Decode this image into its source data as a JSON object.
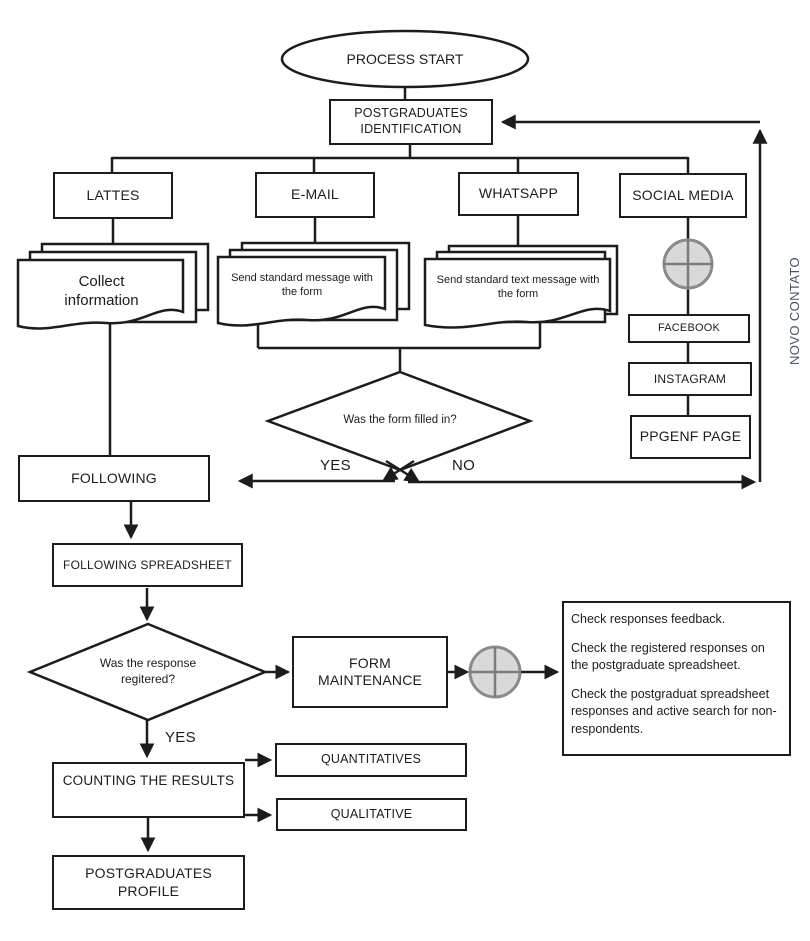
{
  "colors": {
    "line": "#1c1c1c",
    "novo_contato_text": "#44546a",
    "connector_fill": "#d9d9d9",
    "connector_stroke": "#8a8a8a"
  },
  "nodes": {
    "process_start": "PROCESS START",
    "postgraduates_identification": "POSTGRADUATES IDENTIFICATION",
    "lattes": "LATTES",
    "email": "E-MAIL",
    "whatsapp": "WHATSAPP",
    "social_media": "SOCIAL MEDIA",
    "collect_information": "Collect information",
    "send_standard_message": "Send standard message with the form",
    "send_standard_text_message": "Send standard text message with the form",
    "facebook": "FACEBOOK",
    "instagram": "INSTAGRAM",
    "ppgenf_page": "PPGENF PAGE",
    "form_filled_question": "Was the form filled in?",
    "novo_contato": "NOVO CONTATO",
    "following": "FOLLOWING",
    "following_spreadsheet": "FOLLOWING SPREADSHEET",
    "response_registered_question": "Was the response regitered?",
    "form_maintenance": "FORM MAINTENANCE",
    "check_notes": [
      "Check responses feedback.",
      "Check the registered responses on the postgraduate spreadsheet.",
      "Check the postgraduat spreadsheet responses and active search for non-respondents."
    ],
    "counting_the_results": "COUNTING THE RESULTS",
    "quantitatives": "QUANTITATIVES",
    "qualitative": "QUALITATIVE",
    "postgraduates_profile": "POSTGRADUATES PROFILE"
  },
  "labels": {
    "yes_form_filled": "YES",
    "no_form_filled": "NO",
    "yes_response_registered": "YES"
  }
}
